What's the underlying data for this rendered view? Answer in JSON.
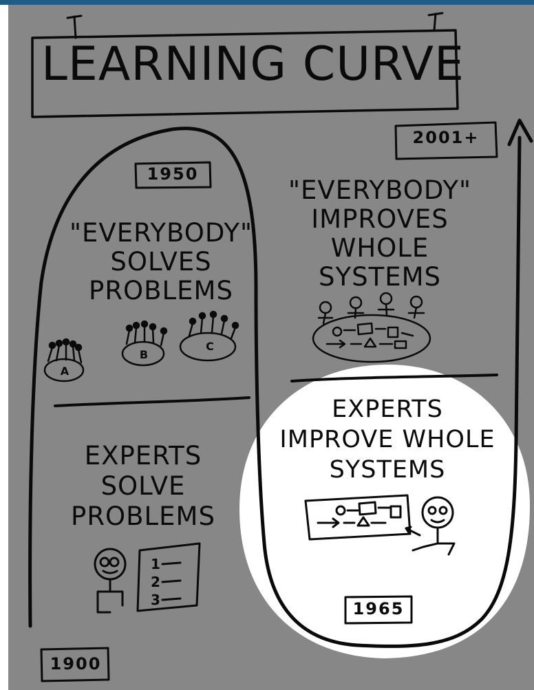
{
  "title": "LEARNING CURVE",
  "years": {
    "y1900": "1900",
    "y1950": "1950",
    "y1965": "1965",
    "y2001": "2001+"
  },
  "quadrants": {
    "experts_solve": [
      "EXPERTS",
      "SOLVE",
      "PROBLEMS"
    ],
    "everybody_solves": [
      "\"EVERYBODY\"",
      "SOLVES",
      "PROBLEMS"
    ],
    "experts_improve": [
      "EXPERTS",
      "IMPROVE WHOLE",
      "SYSTEMS"
    ],
    "everybody_improves": [
      "\"EVERYBODY\"",
      "IMPROVES",
      "WHOLE",
      "SYSTEMS"
    ]
  },
  "group_labels": [
    "A",
    "B",
    "C"
  ],
  "list_numbers": [
    "1",
    "2",
    "3"
  ]
}
